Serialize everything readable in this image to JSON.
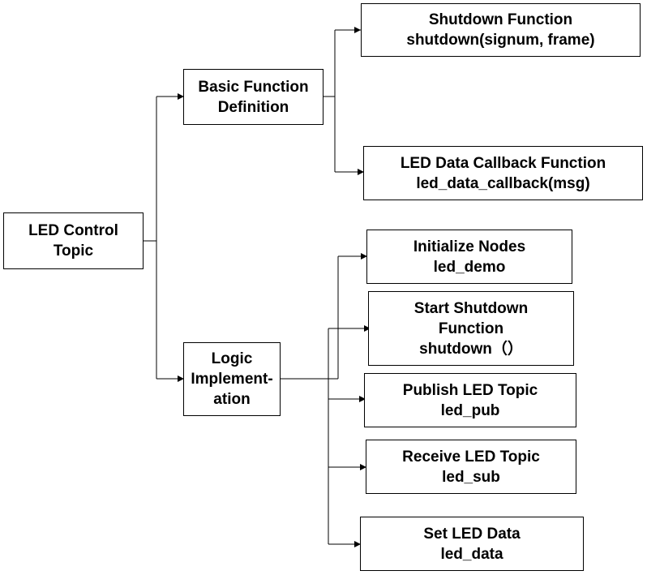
{
  "colors": {
    "line": "#000000",
    "box_border": "#000000",
    "text": "#000000",
    "background": "#ffffff"
  },
  "nodes": {
    "root": {
      "lines": [
        "LED Control",
        "Topic"
      ]
    },
    "basic": {
      "lines": [
        "Basic Function",
        "Definition"
      ]
    },
    "logic": {
      "lines": [
        "Logic",
        "Implement-",
        "ation"
      ]
    },
    "shutdown_fn": {
      "lines": [
        "Shutdown Function",
        "shutdown(signum, frame)"
      ]
    },
    "callback_fn": {
      "lines": [
        "LED Data Callback Function",
        "led_data_callback(msg)"
      ]
    },
    "init_nodes": {
      "lines": [
        "Initialize Nodes",
        "led_demo"
      ]
    },
    "start_shutdown": {
      "lines": [
        "Start Shutdown",
        "Function",
        "shutdown（）"
      ]
    },
    "publish": {
      "lines": [
        "Publish LED Topic",
        "led_pub"
      ]
    },
    "receive": {
      "lines": [
        "Receive LED Topic",
        "led_sub"
      ]
    },
    "set_data": {
      "lines": [
        "Set LED Data",
        "led_data"
      ]
    }
  }
}
